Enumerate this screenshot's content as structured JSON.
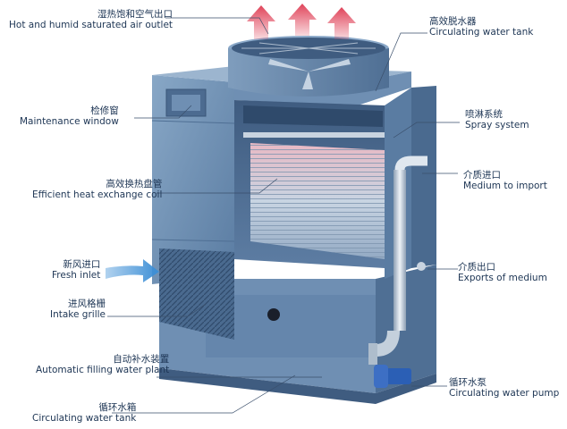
{
  "labels": {
    "hot_air_outlet": {
      "cn": "湿热饱和空气出口",
      "en": "Hot and humid saturated air outlet"
    },
    "maintenance_window": {
      "cn": "检修窗",
      "en": "Maintenance window"
    },
    "heat_exchange_coil": {
      "cn": "高效换热盘管",
      "en": "Efficient heat exchange coil"
    },
    "fresh_inlet": {
      "cn": "新风进口",
      "en": "Fresh inlet"
    },
    "intake_grille": {
      "cn": "进风格栅",
      "en": "Intake grille"
    },
    "auto_filling": {
      "cn": "自动补水装置",
      "en": "Automatic filling water plant"
    },
    "circulating_tank": {
      "cn": "循环水箱",
      "en": "Circulating water tank"
    },
    "water_separator": {
      "cn": "高效脱水器",
      "en": "Circulating water tank"
    },
    "spray_system": {
      "cn": "喷淋系统",
      "en": "Spray system"
    },
    "medium_import": {
      "cn": "介质进口",
      "en": "Medium to import"
    },
    "medium_export": {
      "cn": "介质出口",
      "en": "Exports of medium"
    },
    "circulating_pump": {
      "cn": "循环水泵",
      "en": "Circulating water pump"
    }
  },
  "colors": {
    "body": "#6e8fb2",
    "body_dark": "#4f6f94",
    "body_light": "#9db6cf",
    "arrow_hot": "#e0445a",
    "arrow_cold": "#3d8fd6",
    "label": "#1d3554"
  }
}
